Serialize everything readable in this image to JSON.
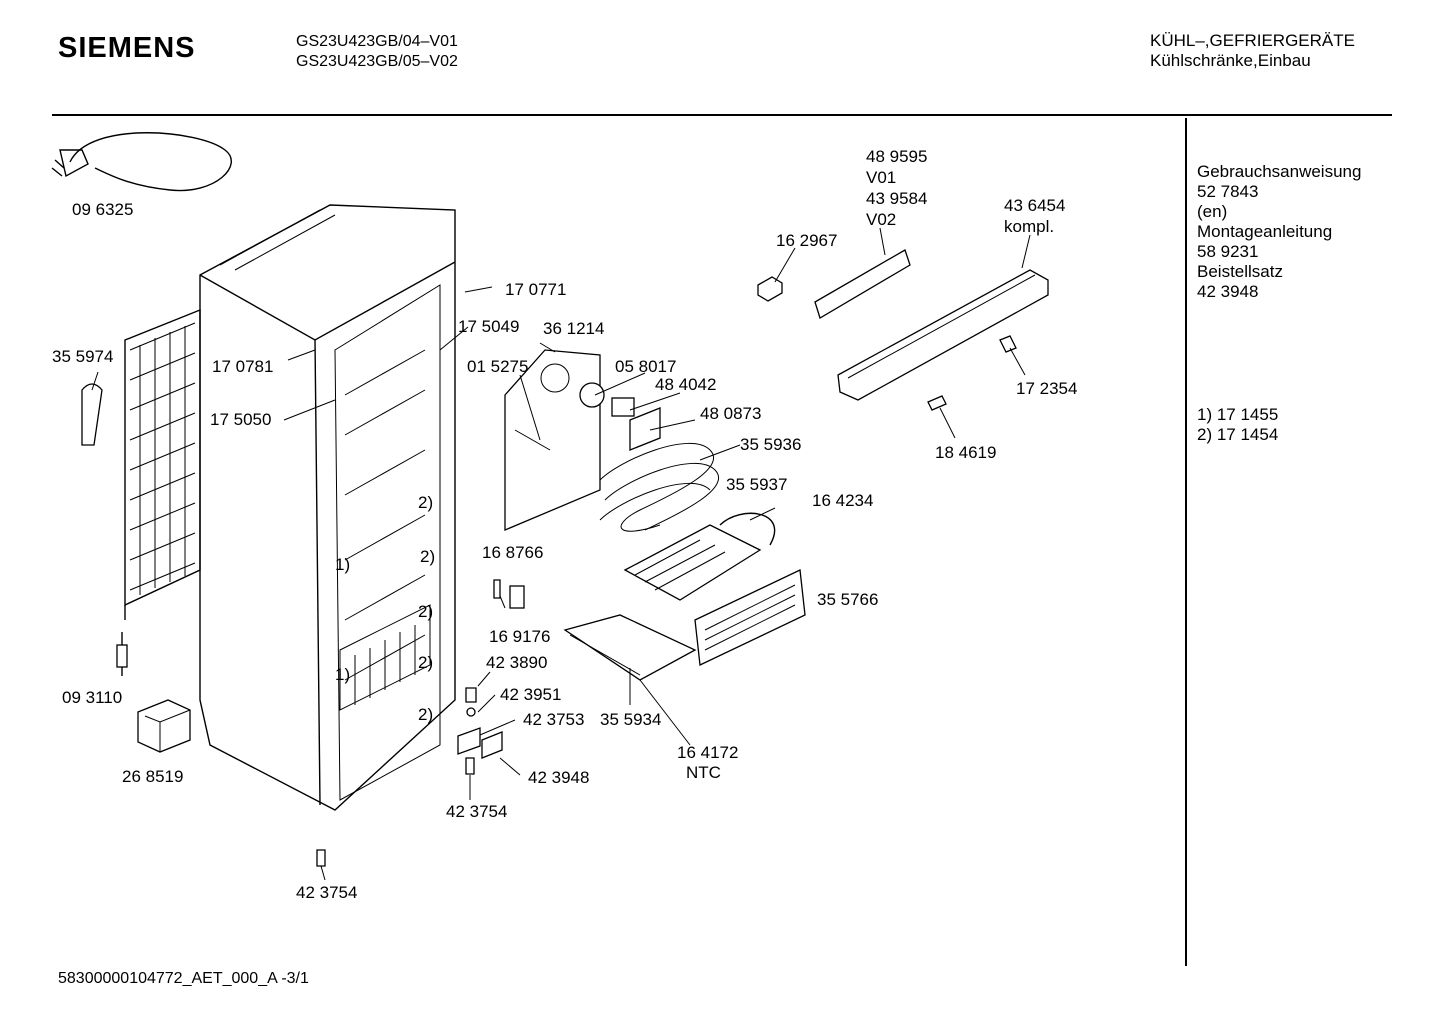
{
  "header": {
    "brand": "SIEMENS",
    "model_1": "GS23U423GB/04–V01",
    "model_2": "GS23U423GB/05–V02",
    "category_1": "KÜHL–,GEFRIERGERÄTE",
    "category_2": "Kühlschränke,Einbau"
  },
  "sidebar": {
    "docs": [
      "Gebrauchsanweisung",
      "52 7843",
      "(en)",
      "Montageanleitung",
      "58 9231",
      "Beistellsatz",
      "42 3948"
    ],
    "notes": [
      "1) 17 1455",
      "2) 17 1454"
    ]
  },
  "parts": {
    "p096325": "09 6325",
    "p355974": "35 5974",
    "p093110": "09 3110",
    "p268519": "26 8519",
    "p170781": "17 0781",
    "p175050": "17 5050",
    "p170771": "17 0771",
    "p175049": "17 5049",
    "p361214": "36 1214",
    "p015275": "01 5275",
    "p058017": "05 8017",
    "p484042": "48 4042",
    "p480873": "48 0873",
    "p355936": "35 5936",
    "p355937": "35 5937",
    "p164234": "16 4234",
    "p168766": "16 8766",
    "p169176": "16 9176",
    "p355766": "35 5766",
    "p423890": "42 3890",
    "p423951": "42 3951",
    "p423753": "42 3753",
    "p355934": "35 5934",
    "p164172": "16 4172",
    "ntc": "NTC",
    "p423948": "42 3948",
    "p423754a": "42 3754",
    "p423754b": "42 3754",
    "p489595": "48 9595",
    "v01": "V01",
    "p439584": "43 9584",
    "v02": "V02",
    "p162967": "16 2967",
    "p436454": "43 6454",
    "kompl": "kompl.",
    "p172354": "17 2354",
    "p184619": "18 4619"
  },
  "refs": {
    "r1": "1)",
    "r2": "2)"
  },
  "footer": "58300000104772_AET_000_A  -3/1"
}
